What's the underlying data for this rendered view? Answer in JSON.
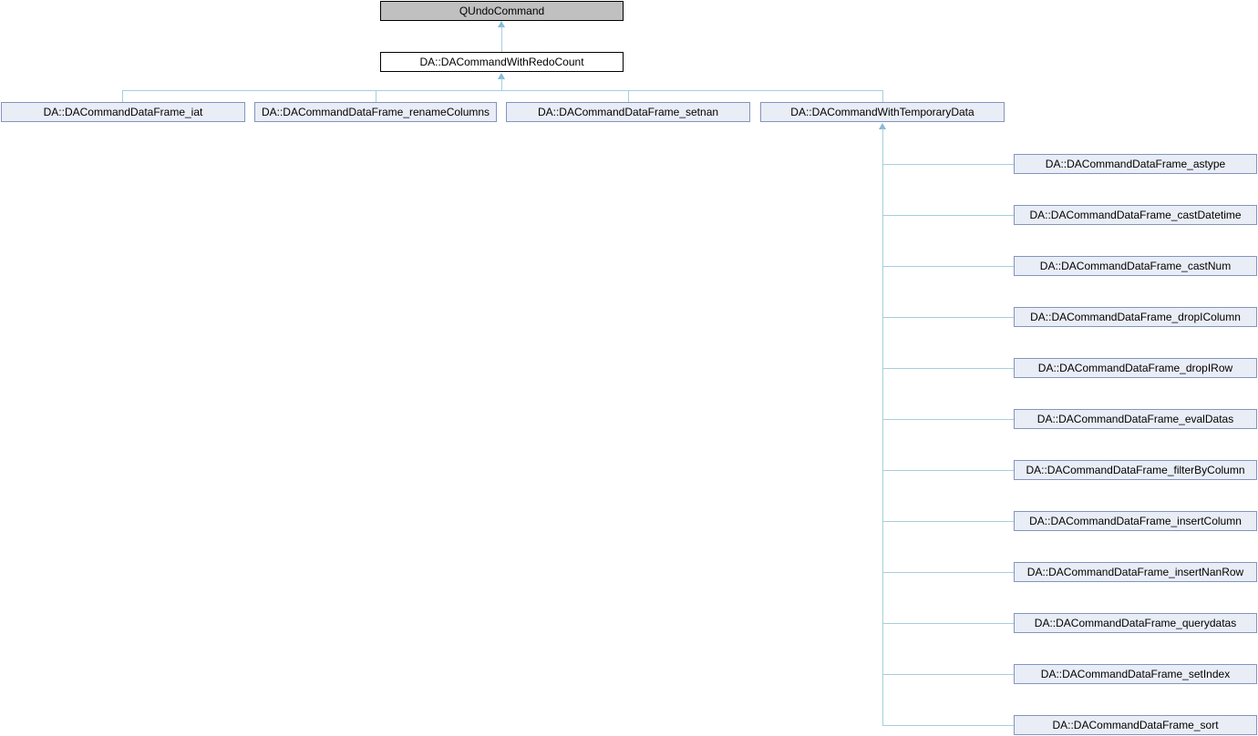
{
  "diagram": {
    "type": "class-inheritance-graph",
    "nodes": {
      "root": "QUndoCommand",
      "redo_count": "DA::DACommandWithRedoCount",
      "gen3": [
        "DA::DACommandDataFrame_iat",
        "DA::DACommandDataFrame_renameColumns",
        "DA::DACommandDataFrame_setnan",
        "DA::DACommandWithTemporaryData"
      ],
      "gen4": [
        "DA::DACommandDataFrame_astype",
        "DA::DACommandDataFrame_castDatetime",
        "DA::DACommandDataFrame_castNum",
        "DA::DACommandDataFrame_dropIColumn",
        "DA::DACommandDataFrame_dropIRow",
        "DA::DACommandDataFrame_evalDatas",
        "DA::DACommandDataFrame_filterByColumn",
        "DA::DACommandDataFrame_insertColumn",
        "DA::DACommandDataFrame_insertNanRow",
        "DA::DACommandDataFrame_querydatas",
        "DA::DACommandDataFrame_setIndex",
        "DA::DACommandDataFrame_sort"
      ]
    },
    "colors": {
      "root_fill": "#c0c0c0",
      "root_border": "#000000",
      "plain_fill": "#ffffff",
      "plain_border": "#000000",
      "child_fill": "#e9edf6",
      "child_border": "#8494bd",
      "edge_line": "#a5cfdd",
      "edge_arrow": "#85b8d8",
      "text": "#000000",
      "background": "#ffffff"
    }
  }
}
